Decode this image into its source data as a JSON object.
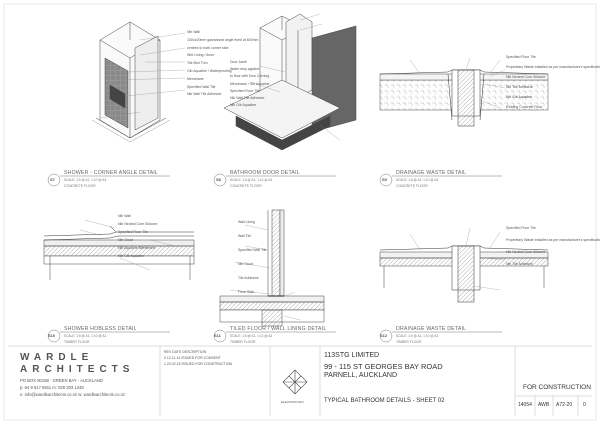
{
  "details": [
    {
      "num": "S7",
      "title": "SHOWER - CORNER ANGLE DETAIL",
      "scale": "SCALE: 1:5 @ A1, 1:10 @ A3",
      "sub": "CONCRETE FLOOR"
    },
    {
      "num": "S8",
      "title": "BATHROOM DOOR DETAIL",
      "scale": "SCALE: 1:5 @ A1, 1:10 @ A3",
      "sub": "CONCRETE FLOOR"
    },
    {
      "num": "S9",
      "title": "DRAINAGE WASTE DETAIL",
      "scale": "SCALE: 1:5 @ A1, 1:10 @ A3",
      "sub": "CONCRETE FLOOR"
    },
    {
      "num": "S10",
      "title": "SHOWER HOBLESS DETAIL",
      "scale": "SCALE: 1:5 @ A1, 1:10 @ A3",
      "sub": "TIMBER FLOOR"
    },
    {
      "num": "S11",
      "title": "TILED FLOOR / WALL LINING DETAIL",
      "scale": "SCALE: 1:5 @ A1, 1:10 @ A3",
      "sub": "TIMBER FLOOR"
    },
    {
      "num": "S12",
      "title": "DRAINAGE WASTE DETAIL",
      "scale": "SCALE: 1:5 @ A1, 1:10 @ A3",
      "sub": "TIMBER FLOOR"
    }
  ],
  "notes": {
    "d1": [
      "Nib Wall",
      "100x100mm galvanised angle fixed at 600mm",
      "centres to both corner side",
      "Wet Lining / 6mm",
      "Tile Bed Trim",
      "Gib Aqualine / Waterproofing",
      "Membrane",
      "Specified Wall Tile",
      "Nib Wall Tile Adhesive"
    ],
    "d2": [
      "Door Jamb",
      "Water stop applied",
      "to floor with Dow Corning",
      "Membrane / Gib Aqualine",
      "Specified Floor Tile",
      "Nib Wall Tile Adhesive",
      "Nib Gib Aqualine"
    ],
    "d3": [
      "Specified Floor Tile",
      "Proprietary Waste installed as per manufacturer's specification",
      "Nib Neutral Cure Silicone",
      "Nib Tile Adhesive",
      "Nib Gib Aqualine",
      "Existing Concrete Floor"
    ],
    "d4": [
      "Nib Wall",
      "Nib Neutral Cure Silicone",
      "Specified Floor Tile",
      "Nib Grout",
      "Nib Aqualine Membrane",
      "Nib Gib Aqualine"
    ],
    "d5": [
      "Wall Lining",
      "Wall Tile",
      "Specified Wall Tile",
      "Nib Grout",
      "Tile Adhesive",
      "Floor Slab"
    ],
    "d6": [
      "Specified Floor Tile",
      "Proprietary Waste installed as per manufacturer's specification",
      "Nib Neutral Cure Silicone",
      "Nib Tile Adhesive"
    ]
  },
  "titleblock": {
    "firm_line1": "WARDLE",
    "firm_line2": "ARCHITECTS",
    "contact": [
      "PO BOX 80168  ·  GREEN BAY  ·  AUCKLAND",
      "p: 64 9 817 8611        m: 029 303 1249",
      "e: info@wardlearchitects.co.nz     w: wardlearchitects.co.nz"
    ],
    "client": "113STG LIMITED",
    "address1": "99 - 115  ST GEORGES BAY ROAD",
    "address2": "PARNELL, AUCKLAND",
    "sheet_title": "TYPICAL BATHROOM DETAILS - SHEET 02",
    "status": "FOR CONSTRUCTION",
    "job_no": "14054",
    "drawn": "AWB",
    "sheet_no": "A72-20",
    "revision": "0",
    "elevation_key": "ELEVATION KEY",
    "rev_table": [
      "REV  DATE      DESCRIPTION",
      "0   12.11.14  ISSUED FOR CONSENT",
      "1   20.02.15  ISSUED FOR CONSTRUCTION"
    ]
  }
}
